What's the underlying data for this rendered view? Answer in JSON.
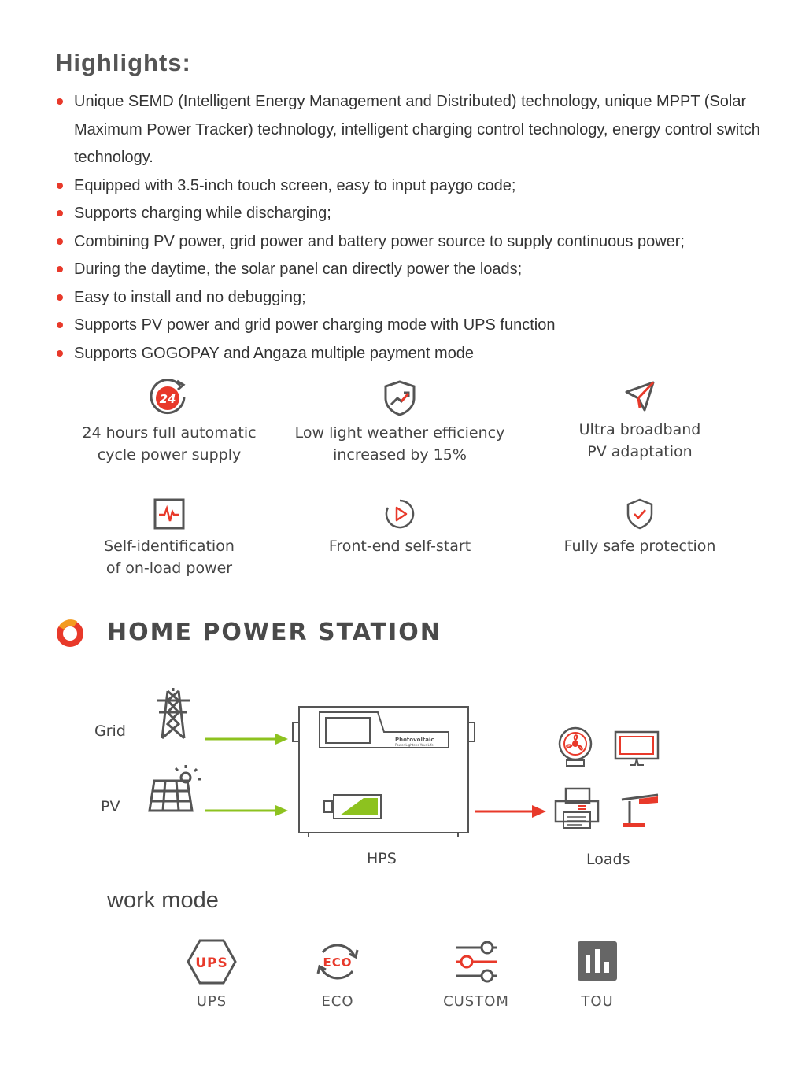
{
  "highlights": {
    "title": "Highlights:",
    "items": [
      "Unique SEMD (Intelligent Energy Management and Distributed) technology, unique MPPT (Solar Maximum Power Tracker) technology, intelligent charging control technology, energy control switch technology.",
      "Equipped with 3.5-inch touch screen, easy to input paygo code;",
      "Supports charging while discharging;",
      "Combining PV power, grid power and battery power source to supply continuous power;",
      "During the daytime, the solar panel can directly power the loads;",
      "Easy to install and no debugging;",
      "Supports PV power and grid power charging mode with UPS function",
      "Supports GOGOPAY and Angaza multiple payment mode"
    ]
  },
  "features": [
    {
      "icon": "clock-24-icon",
      "label": "24 hours full automatic\ncycle power supply"
    },
    {
      "icon": "shield-trend-icon",
      "label": "Low light weather efficiency\nincreased by 15%"
    },
    {
      "icon": "paper-plane-icon",
      "label": "Ultra broadband\nPV adaptation"
    },
    {
      "icon": "pulse-monitor-icon",
      "label": "Self-identification\nof on-load power"
    },
    {
      "icon": "play-circle-icon",
      "label": "Front-end self-start"
    },
    {
      "icon": "shield-check-icon",
      "label": "Fully safe protection"
    }
  ],
  "section": {
    "title": "HOME POWER STATION"
  },
  "diagram": {
    "grid_label": "Grid",
    "pv_label": "PV",
    "hps_label": "HPS",
    "loads_label": "Loads",
    "device_brand": "Photovoltaic",
    "device_slogan": "Power Lightens Your Life"
  },
  "work_mode": {
    "title": "work mode",
    "modes": [
      {
        "icon": "ups-hexagon-icon",
        "badge": "UPS",
        "label": "UPS"
      },
      {
        "icon": "eco-cycle-icon",
        "badge": "ECO",
        "label": "ECO"
      },
      {
        "icon": "sliders-icon",
        "label": "CUSTOM"
      },
      {
        "icon": "bar-chart-icon",
        "label": "TOU"
      }
    ]
  },
  "colors": {
    "accent": "#e8392a",
    "arrow_green": "#8dc21f",
    "icon_gray": "#555555",
    "orange": "#f39a1f"
  }
}
